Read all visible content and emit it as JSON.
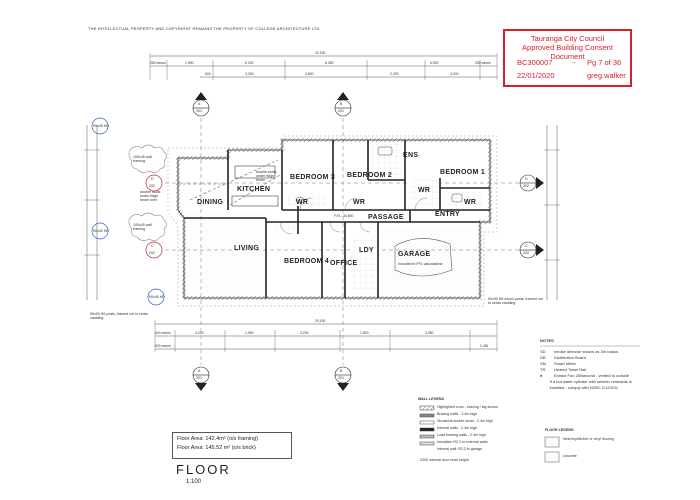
{
  "copyright": "THE INTELLECTUAL PROPERTY AND COPYRIGHT REMAINS THE PROPERTY OF COLLEGE ARCHITECTURE LTD",
  "stamp": {
    "line1": "Tauranga City Council",
    "line2": "Approved Building Consent Document",
    "consent": "BC300007",
    "dash": "-",
    "page": "Pg 7 of 36",
    "date": "22/01/2020",
    "user": "greg.walker",
    "color": "#d2222a"
  },
  "rooms": {
    "dining": "DINING",
    "kitchen": "KITCHEN",
    "bedroom3": "BEDROOM 3",
    "bedroom2": "BEDROOM 2",
    "bedroom1": "BEDROOM 1",
    "ens": "ENS",
    "wr1": "WR",
    "wr2": "WR",
    "wr3": "WR",
    "wr4": "WR",
    "living": "LIVING",
    "passage": "PASSAGE",
    "entry": "ENTRY",
    "bedroom4": "BEDROOM 4",
    "office": "OFFICE",
    "ldy": "LDY",
    "garage": "GARAGE"
  },
  "section_markers": {
    "a_top": {
      "letter": "A",
      "sheet": "201"
    },
    "b_top": {
      "letter": "B",
      "sheet": "201"
    },
    "a_bottom": {
      "letter": "A",
      "sheet": "201"
    },
    "b_bottom": {
      "letter": "B",
      "sheet": "201"
    },
    "c_left": {
      "letter": "C",
      "sheet": "202"
    },
    "d_left": {
      "letter": "D",
      "sheet": "202"
    },
    "c_right": {
      "letter": "C",
      "sheet": "202"
    },
    "d_right": {
      "letter": "D",
      "sheet": "202"
    }
  },
  "dimensions": {
    "overall_top": "20,150",
    "top_row2": [
      "250 eaves",
      "1,950",
      "5,200",
      "8,350",
      "6,520",
      "250 eaves"
    ],
    "top_row3": [
      "600",
      "3,200",
      "3,800",
      "2,200",
      "3,000"
    ],
    "bottom_overall": "20,150",
    "bottom_row": [
      "600 eaves",
      "4,200",
      "1,900",
      "3,200",
      "1,800",
      "3,350",
      "2,481",
      "600 eaves"
    ],
    "fp_level": "F.F.L. 34.800"
  },
  "annotations": {
    "ext_wall_left": "100x45 wall framing",
    "ext_wall_left2": "100x45 wall framing",
    "rb1": "90x45 HD",
    "rb2": "90x45 HD",
    "rb3": "90x45 HD",
    "garage_note": "Included in FFL calculations",
    "kitchen_note": "double studs under ridge beam",
    "dining_note": "double studs under ridge beam over",
    "bottom_left_note": "90x90 H5 posts, framed out to cedar cladding",
    "bottom_right_note": "90x90 H5 eaves posts, framed out to cedar cladding"
  },
  "area": {
    "floor_framing": "Floor Area: 142.4m² (o/s framing)",
    "floor_brick": "Floor Area: 145.52 m² (o/s brick)"
  },
  "title": "FLOOR",
  "scale": "1:100",
  "wall_legend": {
    "heading": "WALL LEGEND",
    "items": [
      "Highlighted zone - bracing / lag shown",
      "Bracing walls - 2.4m high",
      "Structural double studs - 2.4m high",
      "Internal walls - 2.4m high",
      "Load bearing walls - 2.4m high",
      "Insulation R2.2 to external walls",
      "Internal wall: R2.2 to garage"
    ],
    "footer": "2300 internal door head height"
  },
  "notes": {
    "heading": "NOTES",
    "items": [
      {
        "sym": "SD",
        "text": "smoke detector shown as 3m radius"
      },
      {
        "sym": "DB",
        "text": "Distribution Board"
      },
      {
        "sym": "SM",
        "text": "Smart Meter"
      },
      {
        "sym": "TR",
        "text": "Heated Towel Rail"
      },
      {
        "sym": "●",
        "text": "Extract Fan 25l/second - vented to outside"
      },
      {
        "sym": "",
        "text": "If a hot water cylinder with seismic restraints is installed - comply with NZBC G12/AS1"
      }
    ]
  },
  "floor_legend": {
    "heading": "FLOOR LEGEND",
    "items": [
      "tiles/vinyl/timber or vinyl flooring",
      "concrete"
    ]
  }
}
